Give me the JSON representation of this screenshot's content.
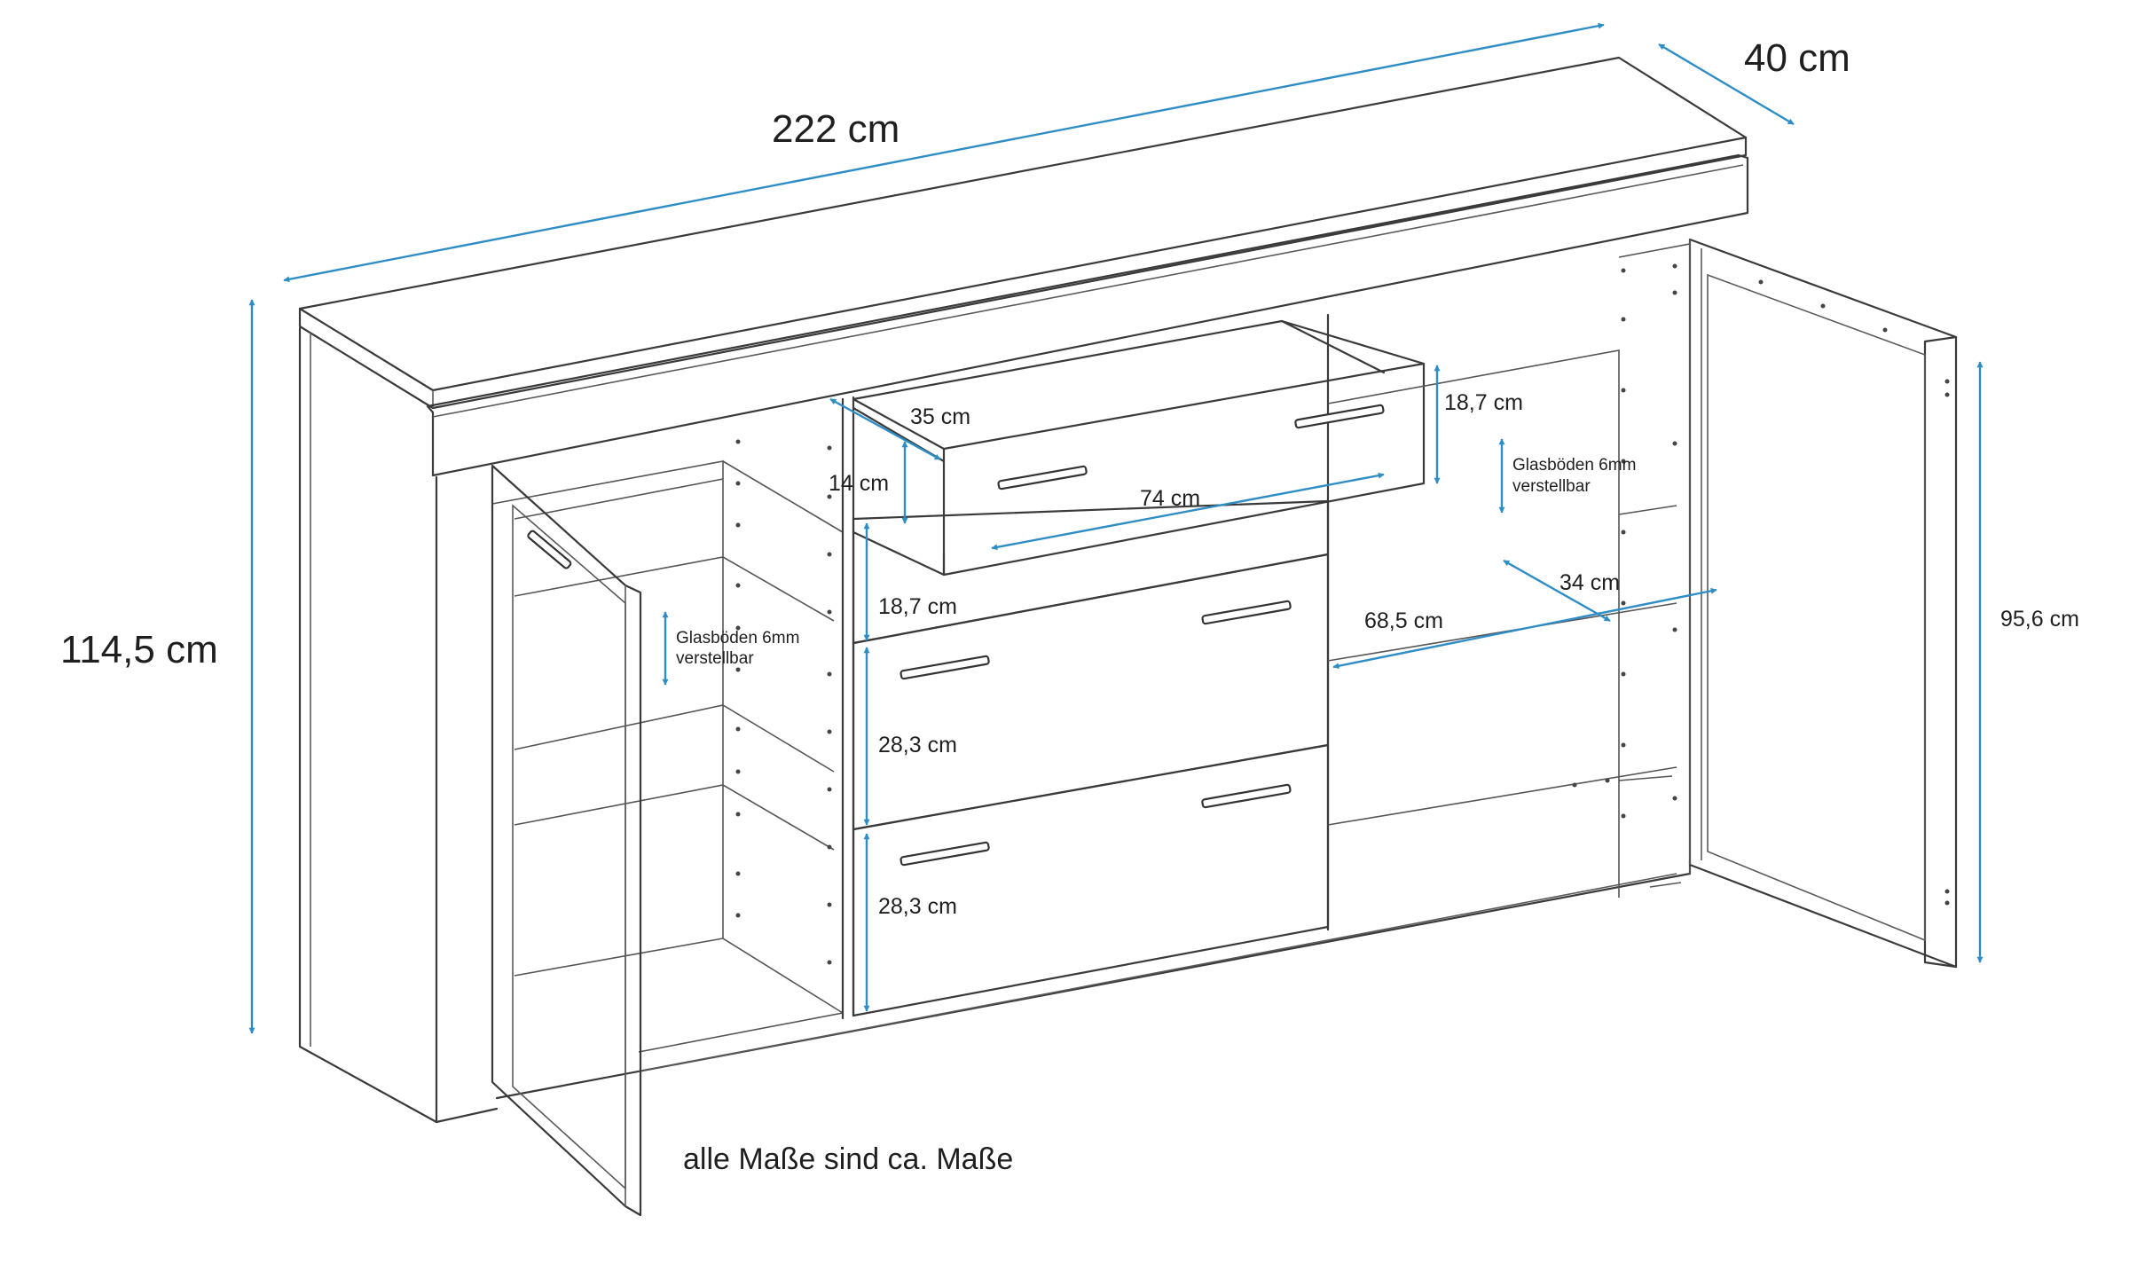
{
  "colors": {
    "dimension_line": "#2f8dc6",
    "outline": "#3a3a3a",
    "text": "#1f1f1f",
    "background": "#ffffff"
  },
  "labels": {
    "total_width": "222 cm",
    "depth": "40 cm",
    "total_height": "114,5 cm",
    "door_height": "95,6 cm",
    "drawer_depth": "35 cm",
    "drawer_inner_height": "14 cm",
    "drawer_width": "74 cm",
    "drawer_1_height": "18,7 cm",
    "drawer_2_height": "18,7 cm",
    "drawer_3_height": "28,3 cm",
    "drawer_4_height": "28,3 cm",
    "compartment_width": "68,5 cm",
    "compartment_depth": "34 cm",
    "left_shelves_line1": "Glasböden 6mm",
    "left_shelves_line2": "verstellbar",
    "right_shelves_line1": "Glasböden 6mm",
    "right_shelves_line2": "verstellbar",
    "footnote": "alle Maße sind ca. Maße"
  }
}
